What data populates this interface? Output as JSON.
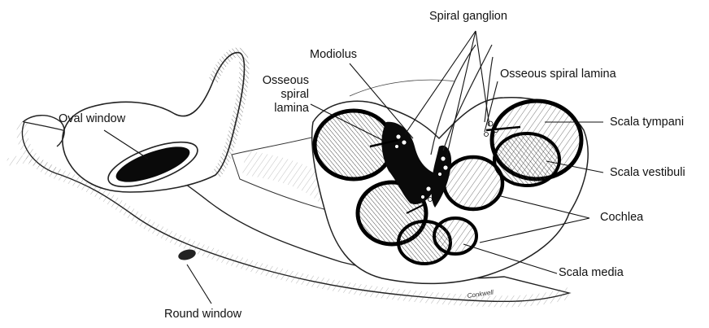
{
  "diagram": {
    "labels": {
      "spiral_ganglion": "Spiral ganglion",
      "modiolus": "Modiolus",
      "osseous_spiral_lamina_left": [
        "Osseous",
        "spiral",
        "lamina"
      ],
      "osseous_spiral_lamina_right": "Osseous spiral lamina",
      "oval_window": "Oval window",
      "scala_tympani": "Scala tympani",
      "scala_vestibuli": "Scala vestibuli",
      "cochlea": "Cochlea",
      "scala_media": "Scala media",
      "round_window": "Round window"
    },
    "signature": "Conkwell"
  }
}
